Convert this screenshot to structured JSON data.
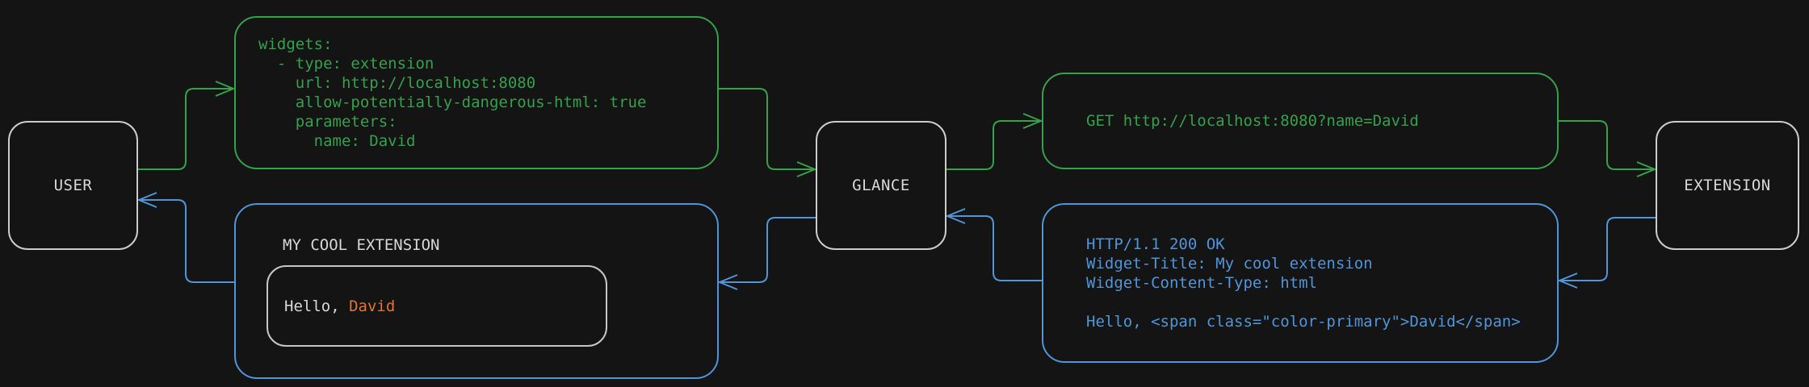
{
  "colors": {
    "bg": "#141414",
    "request_green": "#36a04c",
    "response_blue": "#5095d9",
    "primary_orange": "#e2752f",
    "node_border": "#cbcbcb",
    "text_light": "#d8d8d8"
  },
  "nodes": {
    "user": {
      "label": "USER"
    },
    "glance": {
      "label": "GLANCE"
    },
    "extension": {
      "label": "EXTENSION"
    }
  },
  "request_flow": {
    "config_yaml": {
      "code": "widgets:\n  - type: extension\n    url: http://localhost:8080\n    allow-potentially-dangerous-html: true\n    parameters:\n      name: David"
    },
    "http_request": {
      "code": "GET http://localhost:8080?name=David"
    }
  },
  "response_flow": {
    "http_response": {
      "code": "HTTP/1.1 200 OK\nWidget-Title: My cool extension\nWidget-Content-Type: html\n\nHello, <span class=\"color-primary\">David</span>"
    },
    "rendered_widget": {
      "title": "MY COOL EXTENSION",
      "hello_prefix": "Hello, ",
      "hello_name": "David"
    }
  }
}
